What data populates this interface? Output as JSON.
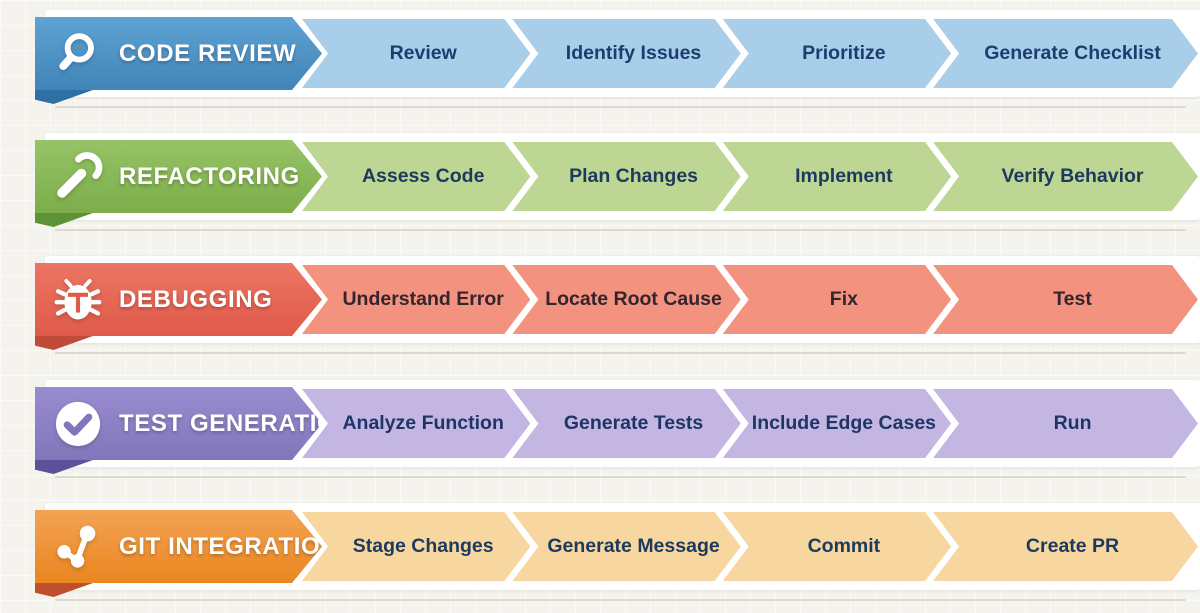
{
  "page": {
    "background": "#f4f3ee",
    "grid_line": "#fbfaf6",
    "backing_color": "#ffffff",
    "divider_color": "#ddd9d1"
  },
  "workflows": [
    {
      "title": "CODE REVIEW",
      "icon": "magnifier-icon",
      "colors": {
        "header": "#5ea3d3",
        "header_dark": "#4184b8",
        "step": "#a9cee9",
        "fold": "#2f6fa3",
        "step_text": "#1b3e6f"
      },
      "steps": [
        "Review",
        "Identify Issues",
        "Prioritize",
        "Generate Checklist"
      ]
    },
    {
      "title": "REFACTORING",
      "icon": "wrench-icon",
      "colors": {
        "header": "#96c366",
        "header_dark": "#7cad4a",
        "step": "#bdd694",
        "fold": "#5e9238",
        "step_text": "#1c3a5e"
      },
      "steps": [
        "Assess Code",
        "Plan Changes",
        "Implement",
        "Verify Behavior"
      ]
    },
    {
      "title": "DEBUGGING",
      "icon": "bug-icon",
      "colors": {
        "header": "#ec7564",
        "header_dark": "#e05a49",
        "step": "#f3937f",
        "fold": "#c14b39",
        "step_text": "#33252e"
      },
      "steps": [
        "Understand Error",
        "Locate Root Cause",
        "Fix",
        "Test"
      ]
    },
    {
      "title": "TEST GENERATION",
      "icon": "check-circle-icon",
      "colors": {
        "header": "#998bcf",
        "header_dark": "#8276bb",
        "step": "#c4b6e3",
        "fold": "#5c519b",
        "step_text": "#1e3566"
      },
      "steps": [
        "Analyze Function",
        "Generate Tests",
        "Include Edge Cases",
        "Run"
      ]
    },
    {
      "title": "GIT INTEGRATION",
      "icon": "git-branch-icon",
      "colors": {
        "header": "#f4a254",
        "header_dark": "#e9861f",
        "step": "#f8d69f",
        "fold": "#c0502b",
        "step_text": "#1c3a5e"
      },
      "steps": [
        "Stage Changes",
        "Generate Message",
        "Commit",
        "Create PR"
      ]
    }
  ]
}
